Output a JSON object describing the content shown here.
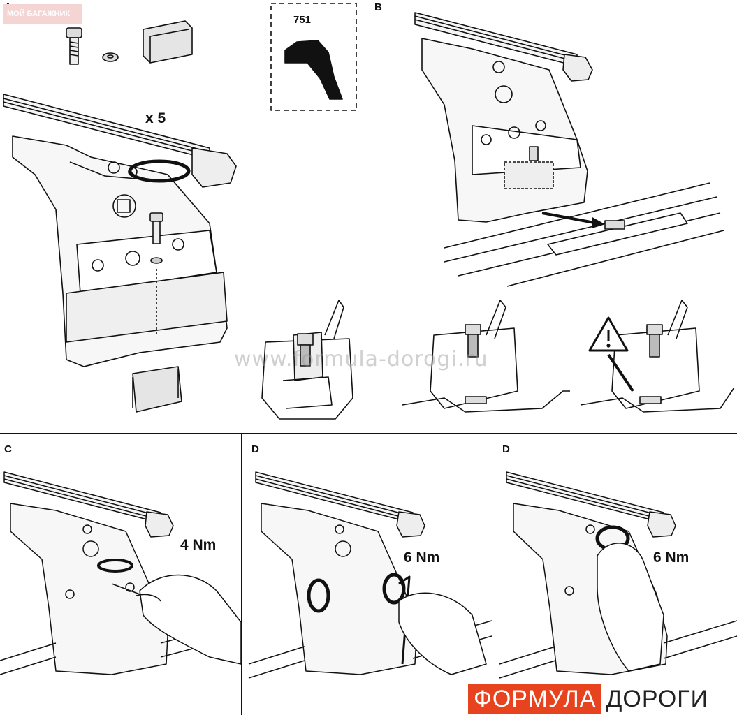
{
  "badge": "МОЙ БАГАЖНИК",
  "panels": {
    "a": {
      "label": "A",
      "multiplier": "x 5",
      "fitting_code": "751"
    },
    "b": {
      "label": "B"
    },
    "c": {
      "label": "C",
      "torque": "4 Nm"
    },
    "d1": {
      "label": "D",
      "torque": "6 Nm"
    },
    "d2": {
      "label": "D",
      "torque": "6 Nm"
    }
  },
  "watermark": "www.formula-dorogi.ru",
  "logo": {
    "part1": "ФОРМУЛА",
    "part2": "ДОРОГИ"
  },
  "colors": {
    "logo_red": "#e8431f",
    "line": "#111111",
    "watermark": "#969696"
  }
}
